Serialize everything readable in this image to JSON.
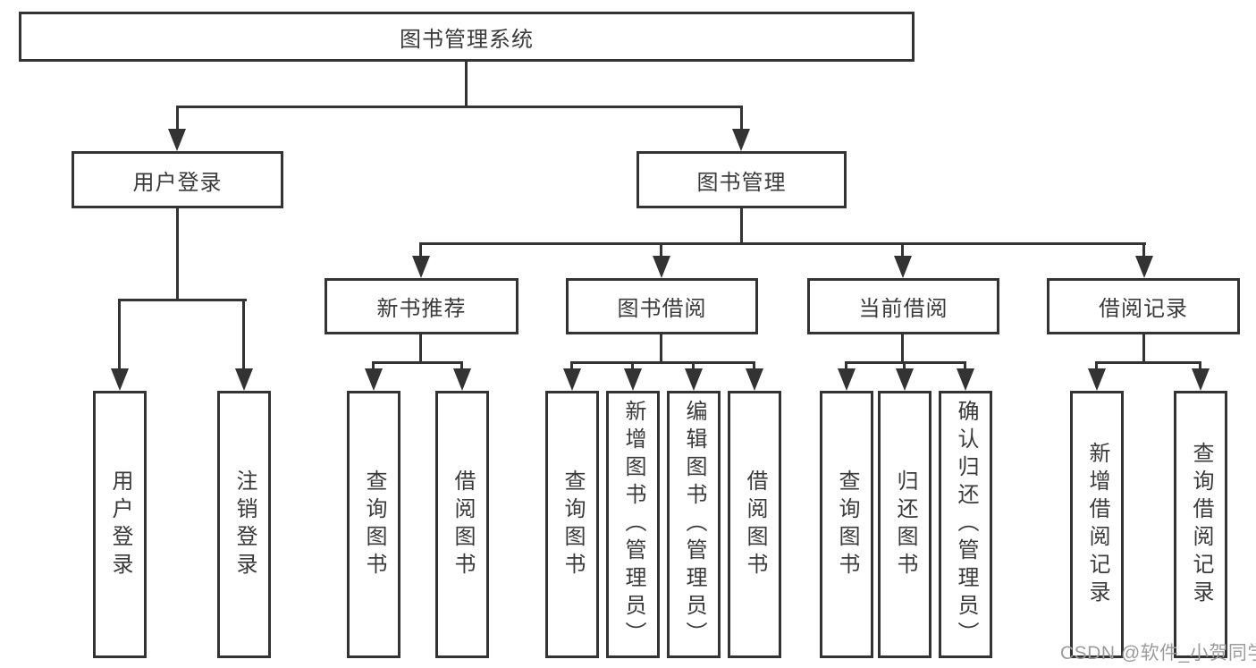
{
  "diagram_type": "hierarchy-tree",
  "tree": {
    "root": {
      "label": "图书管理系统"
    },
    "branches": [
      {
        "label": "用户登录",
        "children": [
          {
            "label": "用户登录"
          },
          {
            "label": "注销登录"
          }
        ]
      },
      {
        "label": "图书管理",
        "children": [
          {
            "label": "新书推荐",
            "children": [
              {
                "label": "查询图书"
              },
              {
                "label": "借阅图书"
              }
            ]
          },
          {
            "label": "图书借阅",
            "children": [
              {
                "label": "查询图书"
              },
              {
                "label": "新增图书（管理员）"
              },
              {
                "label": "编辑图书（管理员）"
              },
              {
                "label": "借阅图书"
              }
            ]
          },
          {
            "label": "当前借阅",
            "children": [
              {
                "label": "查询图书"
              },
              {
                "label": "归还图书"
              },
              {
                "label": "确认归还（管理员）"
              }
            ]
          },
          {
            "label": "借阅记录",
            "children": [
              {
                "label": "新增借阅记录"
              },
              {
                "label": "查询借阅记录"
              }
            ]
          }
        ]
      }
    ]
  },
  "watermark": {
    "text": "CSDN @软件_小贺同学",
    "color": "#9c9c9c"
  },
  "colors": {
    "line": "#333333",
    "box_border": "#333333",
    "text": "#3a3a3a",
    "background": "#ffffff"
  }
}
